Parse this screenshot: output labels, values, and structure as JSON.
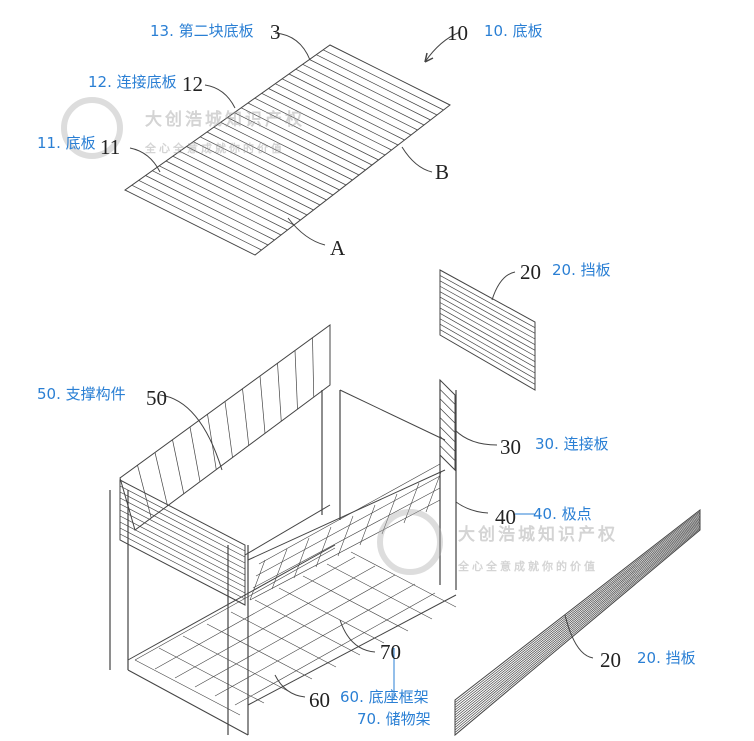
{
  "reference_numerals": {
    "n10": "10",
    "n3": "3",
    "n12": "12",
    "n11": "11",
    "nA": "A",
    "nB": "B",
    "n20_top": "20",
    "n50": "50",
    "n30": "30",
    "n40": "40",
    "n20_bottom": "20",
    "n70": "70",
    "n60": "60"
  },
  "annotations": {
    "a13": "13. 第二块底板",
    "a10": "10. 底板",
    "a12": "12. 连接底板",
    "a11": "11. 底板",
    "a20_top": "20. 挡板",
    "a50": "50. 支撑构件",
    "a30": "30. 连接板",
    "a40": "40. 极点",
    "a20_bottom": "20. 挡板",
    "a60": "60. 底座框架",
    "a70": "70. 储物架"
  },
  "watermark": {
    "line1": "大创浩城知识产权",
    "line2": "全心全意成就你的价值"
  },
  "colors": {
    "annotation": "#2a7fd4",
    "line": "#333333"
  }
}
